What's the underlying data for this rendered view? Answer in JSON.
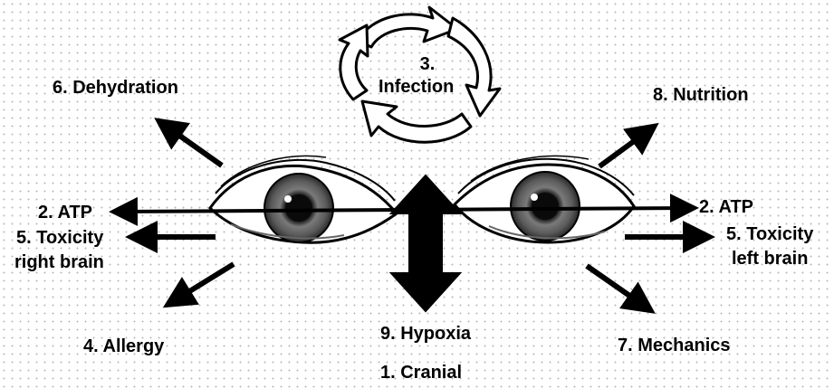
{
  "labels": {
    "infection_num": "3.",
    "infection": "Infection",
    "dehydration": "6. Dehydration",
    "nutrition": "8. Nutrition",
    "atp_left": "2. ATP",
    "atp_right": "2. ATP",
    "toxicity_left_line1": "5. Toxicity",
    "toxicity_left_line2": "right brain",
    "toxicity_right_line1": "5. Toxicity",
    "toxicity_right_line2": "left brain",
    "allergy": "4. Allergy",
    "hypoxia": "9. Hypoxia",
    "mechanics": "7. Mechanics",
    "cranial": "1. Cranial"
  },
  "colors": {
    "ink": "#000000",
    "cycle_arrow": "#ffffff",
    "iris": "#555555",
    "background_dots": "#b9b9b9"
  }
}
